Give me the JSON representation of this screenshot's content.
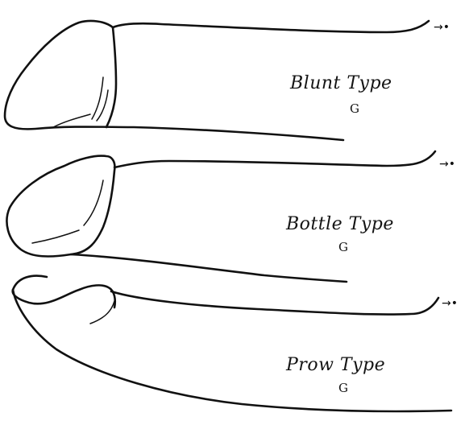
{
  "figures": [
    {
      "id": "blunt",
      "label": "Blunt Type",
      "sublabel": "G",
      "end_marker": "→•"
    },
    {
      "id": "bottle",
      "label": "Bottle Type",
      "sublabel": "G",
      "end_marker": "→•"
    },
    {
      "id": "prow",
      "label": "Prow Type",
      "sublabel": "G",
      "end_marker": "→•"
    }
  ]
}
